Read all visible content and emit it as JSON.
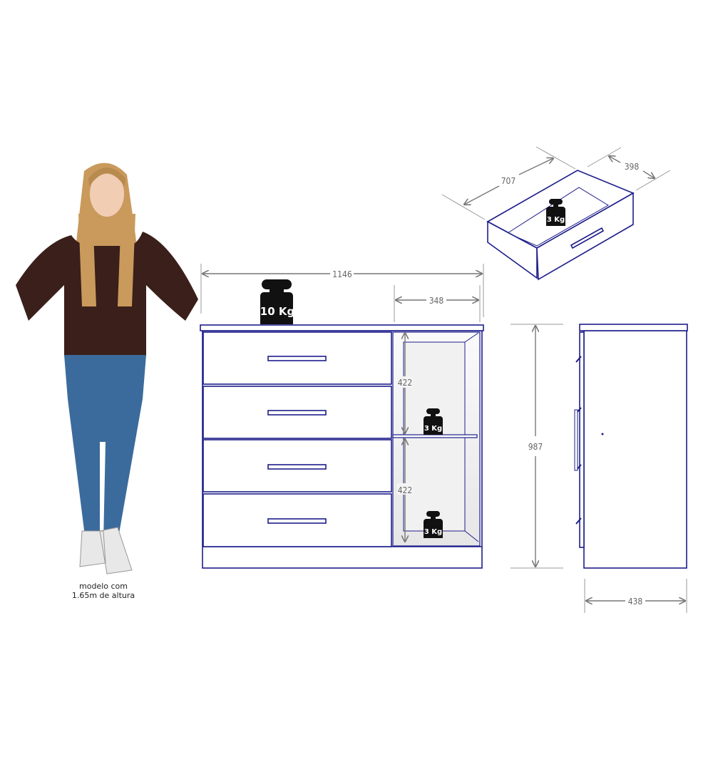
{
  "dimensions": {
    "total_width": "1146",
    "compartment_width": "348",
    "shelf_height_upper": "422",
    "shelf_height_lower": "422",
    "total_height": "987",
    "depth": "438",
    "drawer_depth": "707",
    "drawer_width": "398"
  },
  "weights": {
    "top": "10 Kg",
    "shelf_upper": "3 Kg",
    "shelf_lower": "3 Kg",
    "drawer": "3 Kg"
  },
  "model_caption": {
    "line1": "modelo com",
    "line2": "1.65m de altura"
  },
  "colors": {
    "outline": "#1d1d8a",
    "dimension": "#777777",
    "weight": "#111111"
  }
}
